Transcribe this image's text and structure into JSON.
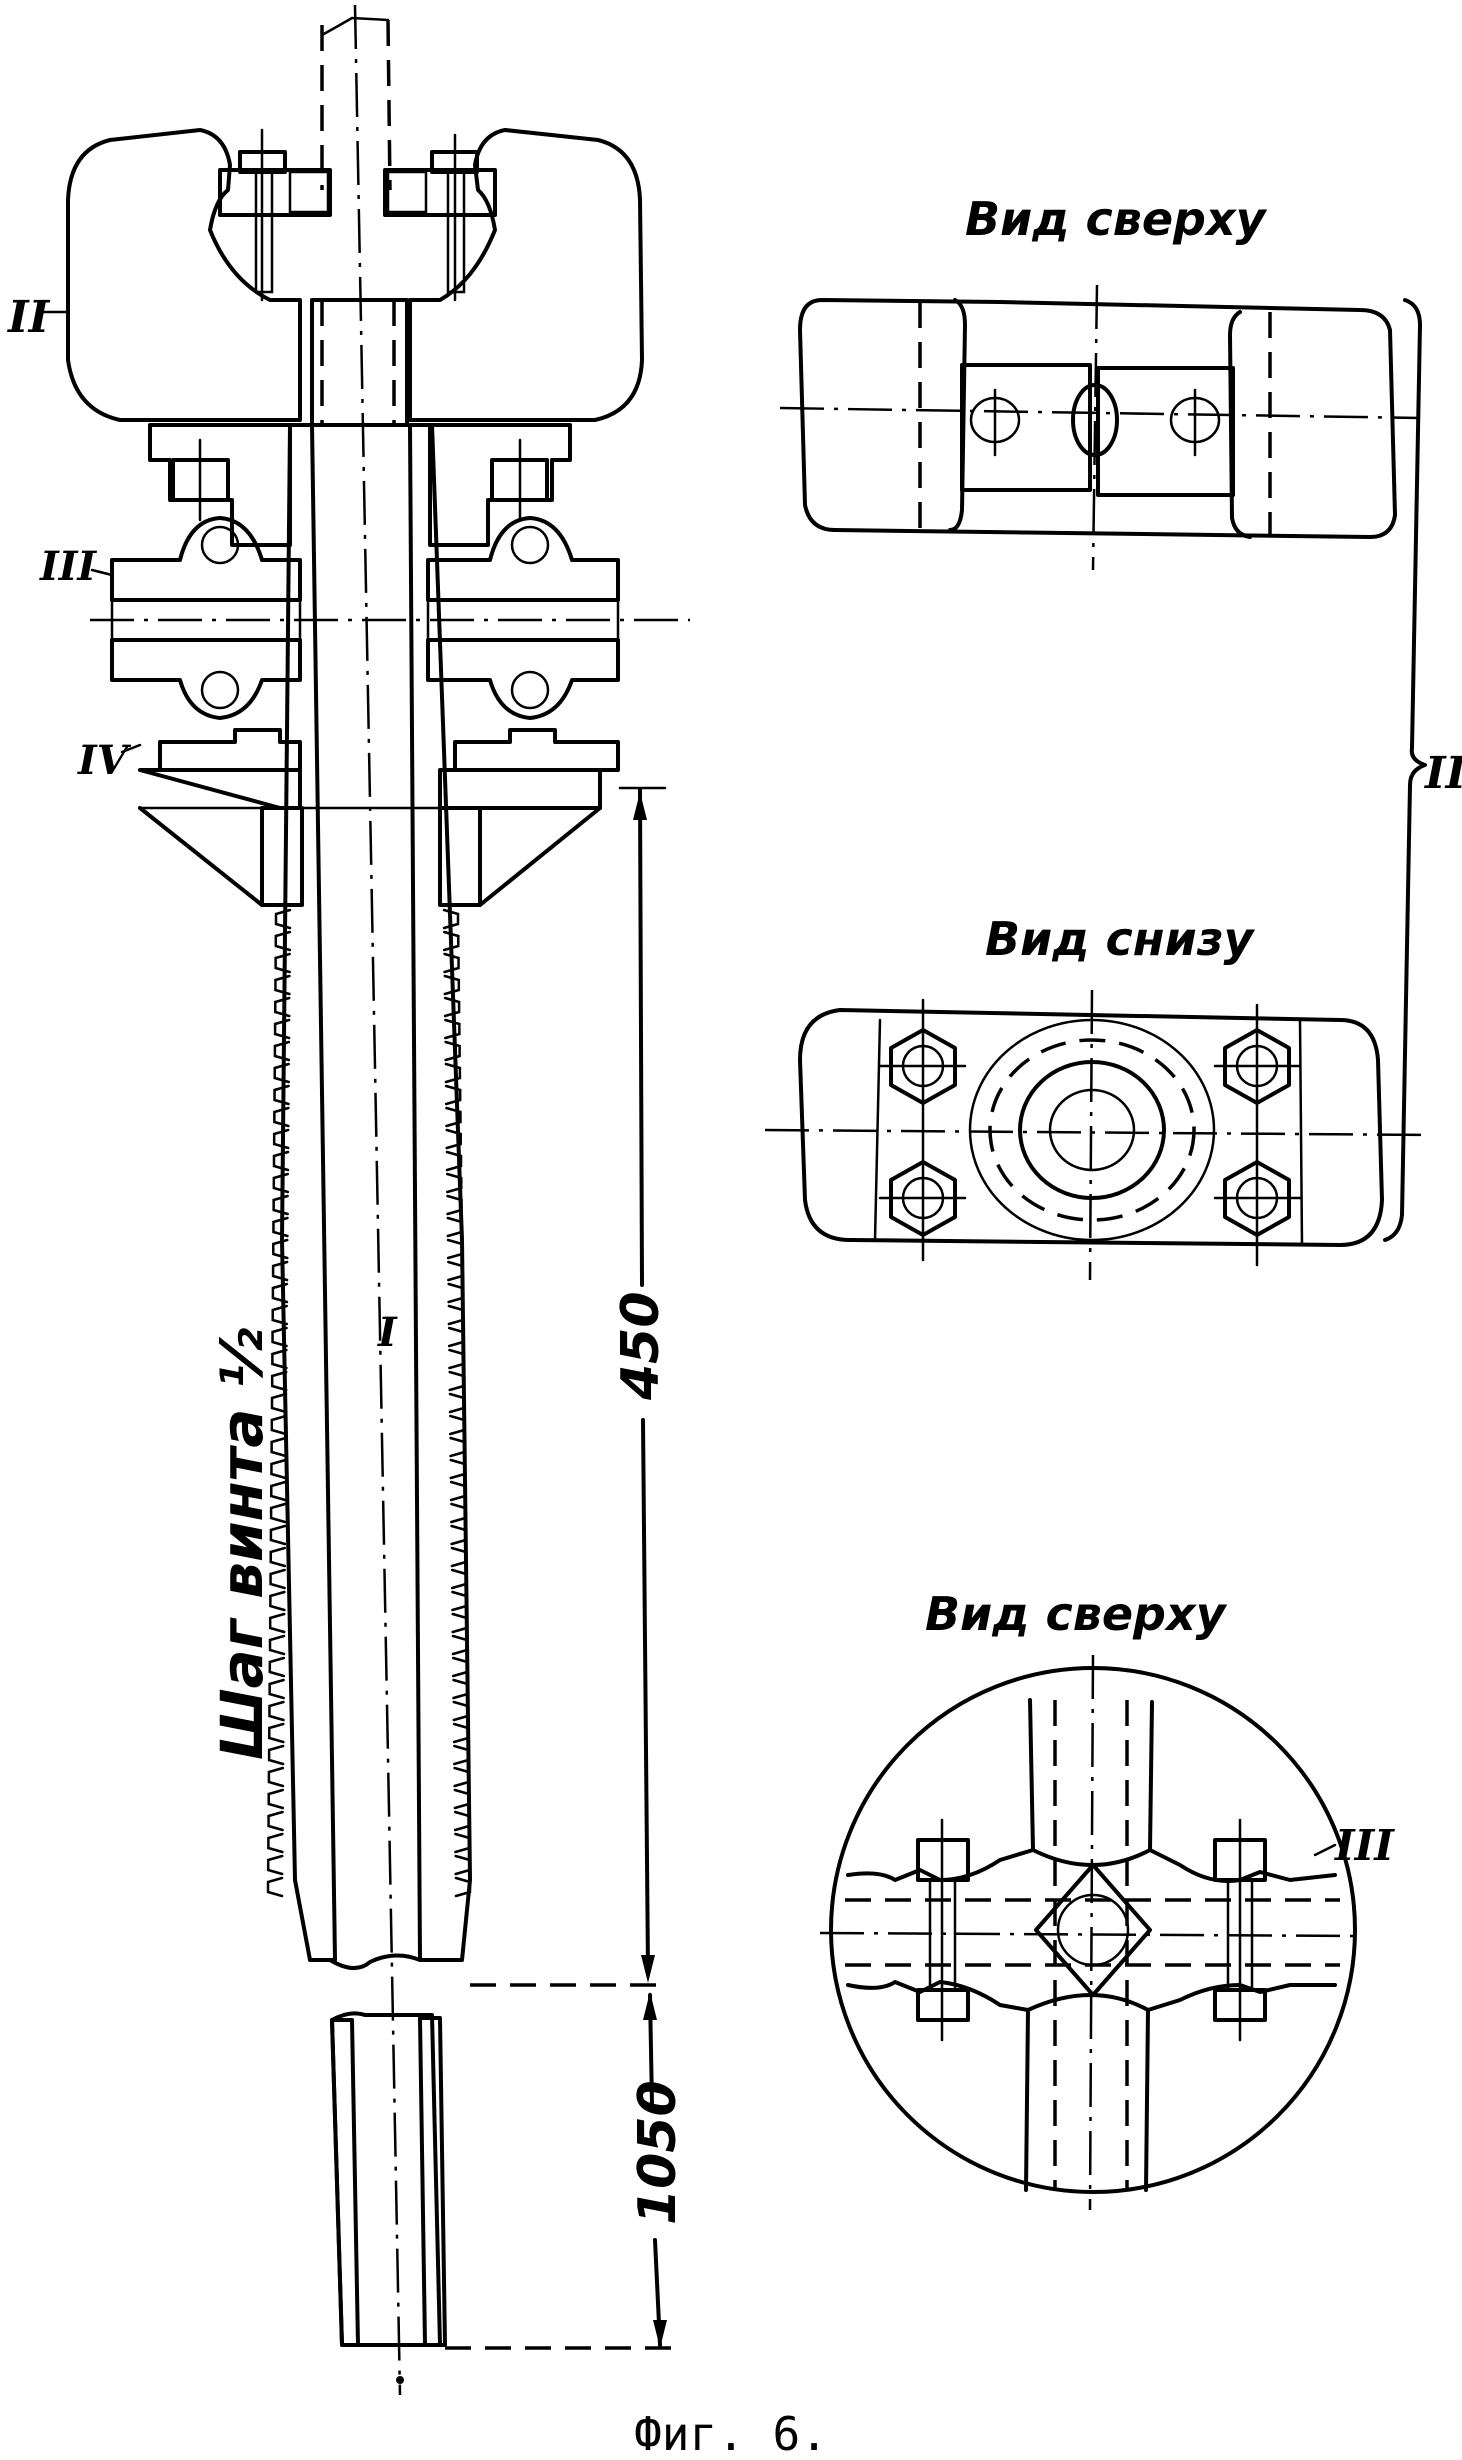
{
  "figure": {
    "caption": "Фиг. 6.",
    "colors": {
      "ink": "#000000",
      "paper": "#ffffff"
    }
  },
  "part_labels": {
    "shaft": "I",
    "upper_head": "II",
    "ring_clamp": "III",
    "cone_nut": "IV",
    "brace_group": "II",
    "round_view_part": "III"
  },
  "views": {
    "top_view_head": "Вид сверху",
    "bottom_view_head": "Вид снизу",
    "top_view_clamp": "Вид  сверху"
  },
  "annotations": {
    "thread_pitch": "Шаг винта ½"
  },
  "dimensions": {
    "threaded_length": "450",
    "lower_length": "1050"
  }
}
